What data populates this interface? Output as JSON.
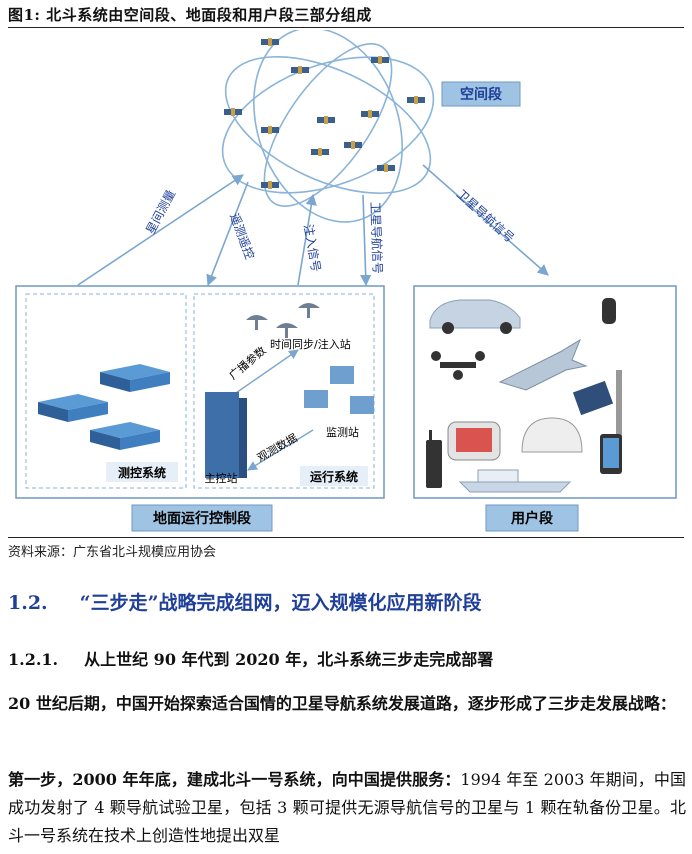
{
  "figure": {
    "title": "图1:  北斗系统由空间段、地面段和用户段三部分组成",
    "space_label": "空间段",
    "links": {
      "left": "星间测量",
      "telemetry": "遥测遥控",
      "inject": "注入信号",
      "nav": "卫星导航信号",
      "right": "卫星导航信号"
    },
    "ground": {
      "label": "地面运行控制段",
      "tc_label": "测控系统",
      "op_label": "运行系统",
      "broadcast": "广播参数",
      "time_sync": "时间同步/注入站",
      "monitor": "监测站",
      "observe": "观测数据",
      "master": "主控站"
    },
    "user_label": "用户段"
  },
  "source": "资料来源：广东省北斗规模应用协会",
  "section": {
    "num": "1.2.",
    "title": "“三步走”战略完成组网，迈入规模化应用新阶段"
  },
  "subsection": {
    "num": "1.2.1.",
    "title": "从上世纪 90 年代到 2020 年，北斗系统三步走完成部署"
  },
  "para1": "20 世纪后期，中国开始探索适合国情的卫星导航系统发展道路，逐步形成了三步走发展战略：",
  "para2": {
    "lead": "第一步，2000 年年底，建成北斗一号系统，向中国提供服务：",
    "body": "1994 年至 2003 年期间，中国成功发射了 4 颗导航试验卫星，包括 3 颗可提供无源导航信号的卫星与 1 颗在轨备份卫星。北斗一号系统在技术上创造性地提出双星"
  },
  "colors": {
    "accent": "#1f3f99",
    "orbit": "#8ab4d8",
    "panel_border": "#6f98c4",
    "label_box": "#9fc3e3"
  }
}
